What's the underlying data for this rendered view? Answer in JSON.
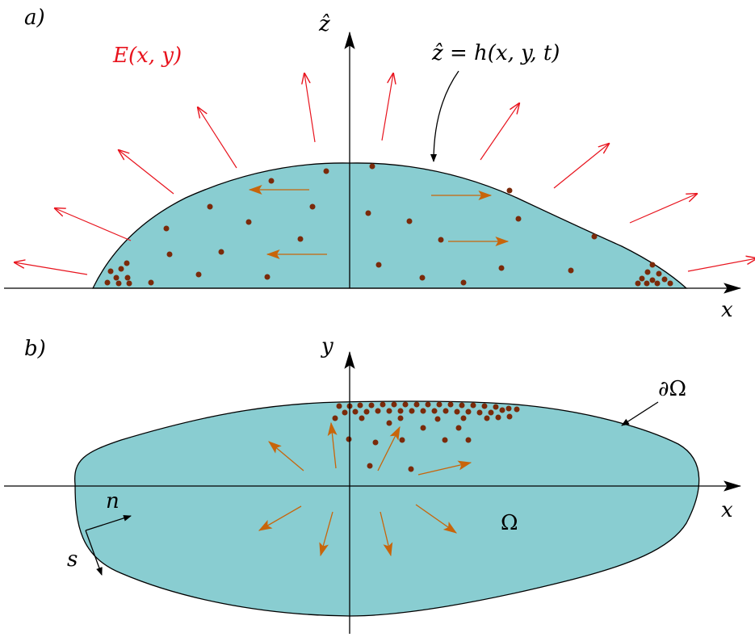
{
  "panel_a": {
    "label": "a)",
    "axis_x": "x",
    "axis_z": "ẑ",
    "field_label": "E(x, y)",
    "surface_label": "ẑ = h(x, y, t)"
  },
  "panel_b": {
    "label": "b)",
    "axis_x": "x",
    "axis_y": "y",
    "boundary_label": "∂Ω",
    "domain_label": "Ω",
    "normal_label": "n",
    "tangent_label": "s"
  },
  "colors": {
    "fluid": "#89cdd1",
    "particle": "#7a2a0a",
    "flow_arrow": "#c8650a",
    "field_arrow": "#e8141e",
    "axis": "#000000"
  }
}
